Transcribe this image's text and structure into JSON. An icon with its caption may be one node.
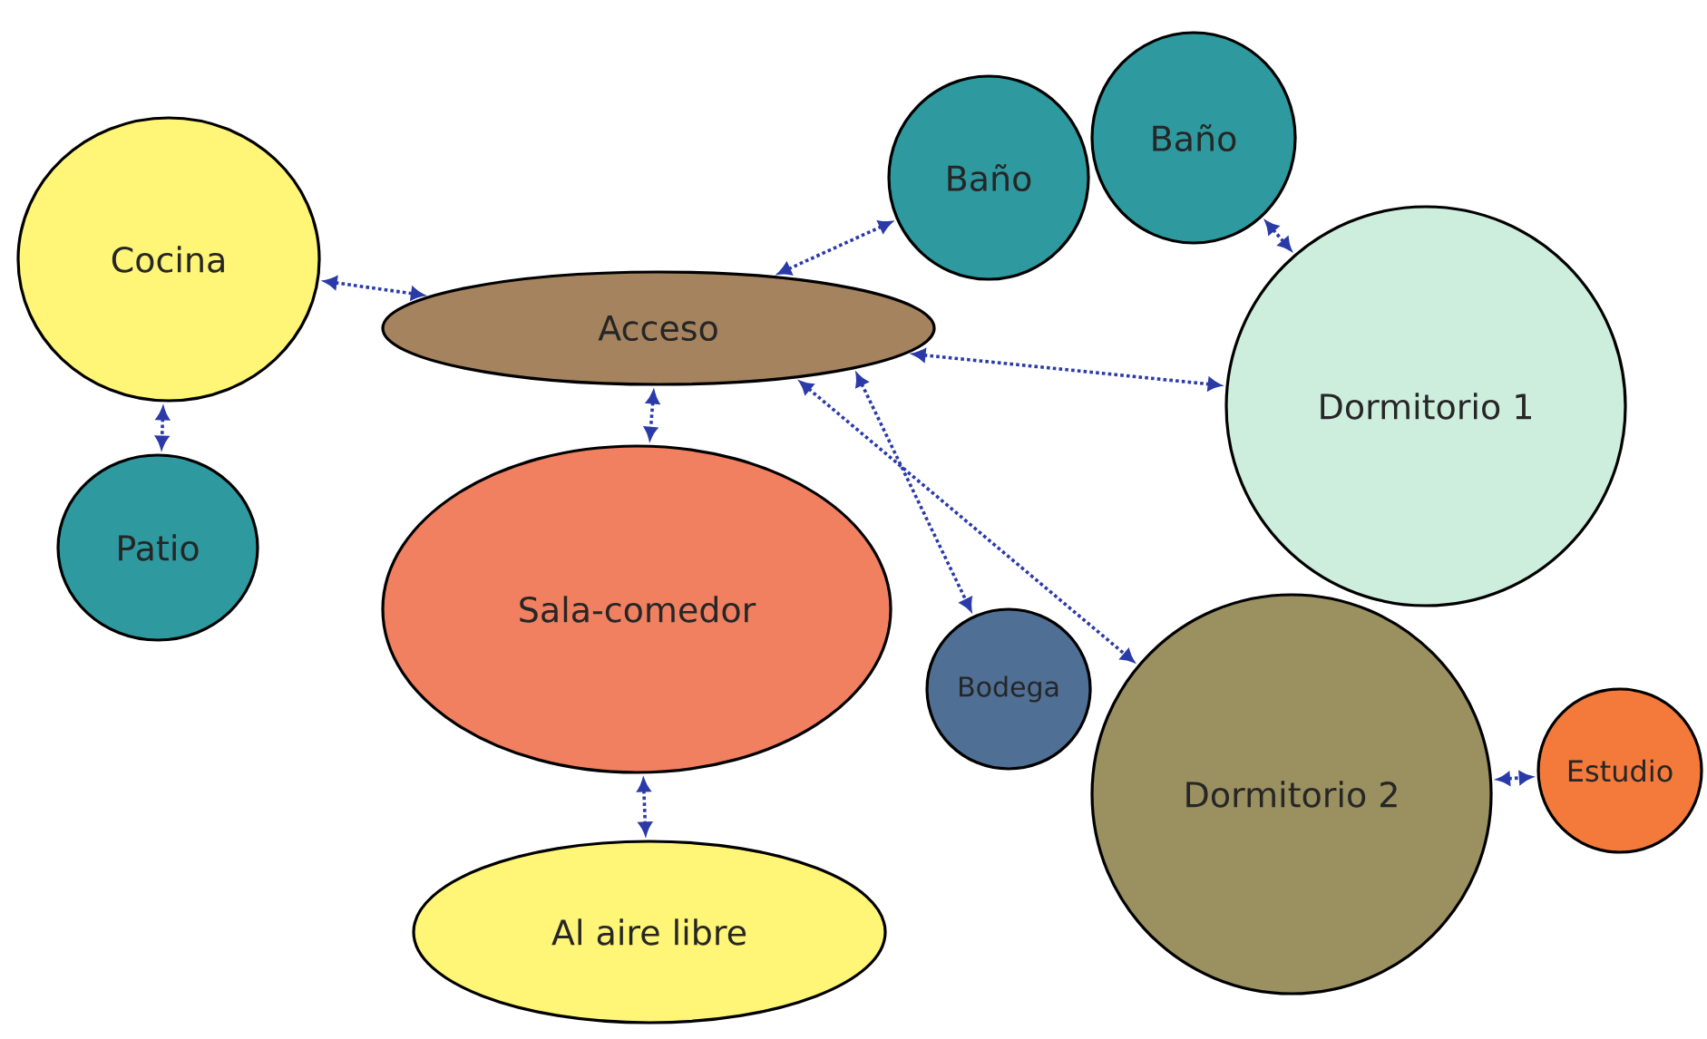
{
  "diagram": {
    "nodes": [
      {
        "text": [
          "Cocina"
        ]
      },
      {
        "text": [
          "Patio"
        ]
      },
      {
        "text": [
          "Acceso"
        ]
      },
      {
        "text": [
          "Baño"
        ]
      },
      {
        "text": [
          "Baño"
        ]
      },
      {
        "text": [
          "Dormitorio 1"
        ]
      },
      {
        "text": [
          "Sala-comedor"
        ]
      },
      {
        "text": [
          "Bodega"
        ]
      },
      {
        "text": [
          "Dormitorio 2"
        ]
      },
      {
        "text": [
          "Estudio"
        ]
      },
      {
        "text": [
          "Al aire libre"
        ]
      }
    ],
    "edges": [
      {
        "from": 0,
        "to": 2,
        "arrow": "both"
      },
      {
        "from": 0,
        "to": 1,
        "arrow": "both"
      },
      {
        "from": 2,
        "to": 3,
        "arrow": "both"
      },
      {
        "from": 4,
        "to": 5,
        "arrow": "both"
      },
      {
        "from": 2,
        "to": 5,
        "arrow": "both"
      },
      {
        "from": 2,
        "to": 6,
        "arrow": "both"
      },
      {
        "from": 2,
        "to": 7,
        "arrow": "both"
      },
      {
        "from": 2,
        "to": 8,
        "arrow": "both"
      },
      {
        "from": 6,
        "to": 10,
        "arrow": "both"
      },
      {
        "from": 8,
        "to": 9,
        "arrow": "both"
      }
    ]
  }
}
